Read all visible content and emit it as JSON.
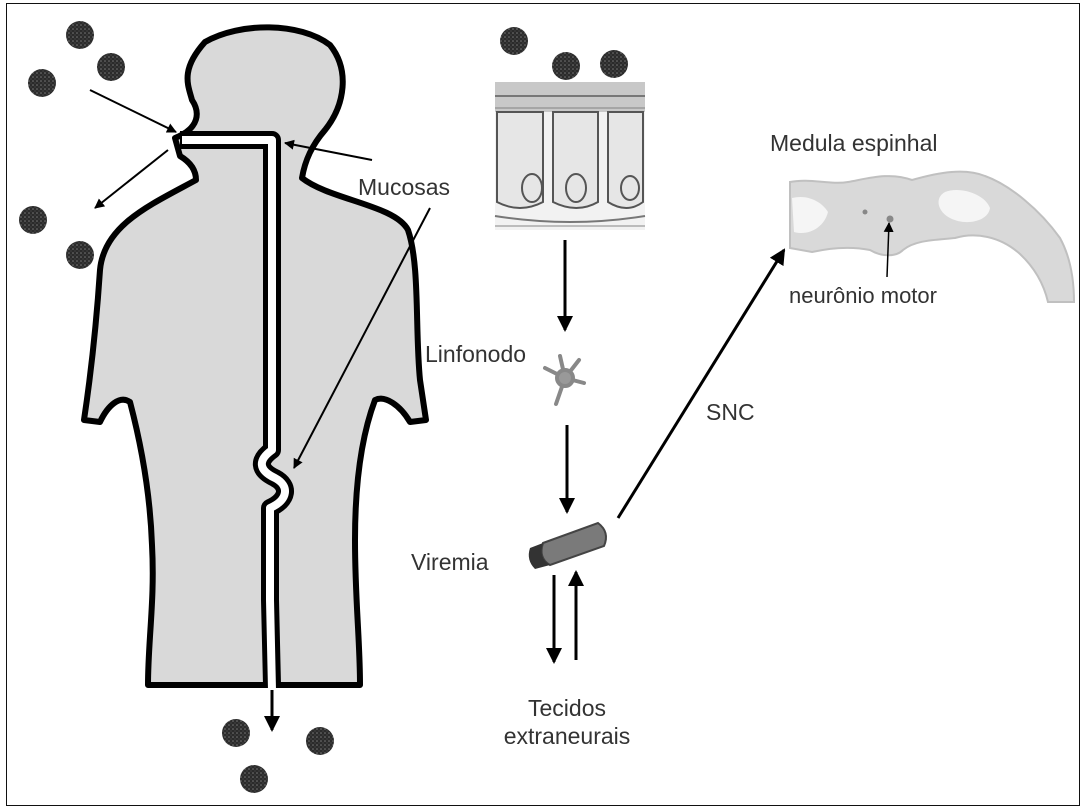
{
  "labels": {
    "mucosas": "Mucosas",
    "linfonodo": "Linfonodo",
    "viremia": "Viremia",
    "tecidos_line1": "Tecidos",
    "tecidos_line2": "extraneurais",
    "snc": "SNC",
    "medula": "Medula espinhal",
    "neuronio": "neurônio motor"
  },
  "colors": {
    "body_fill": "#d9d9d9",
    "outline": "#000000",
    "virus_particle": "#2b2b2b",
    "label_text": "#333333"
  }
}
